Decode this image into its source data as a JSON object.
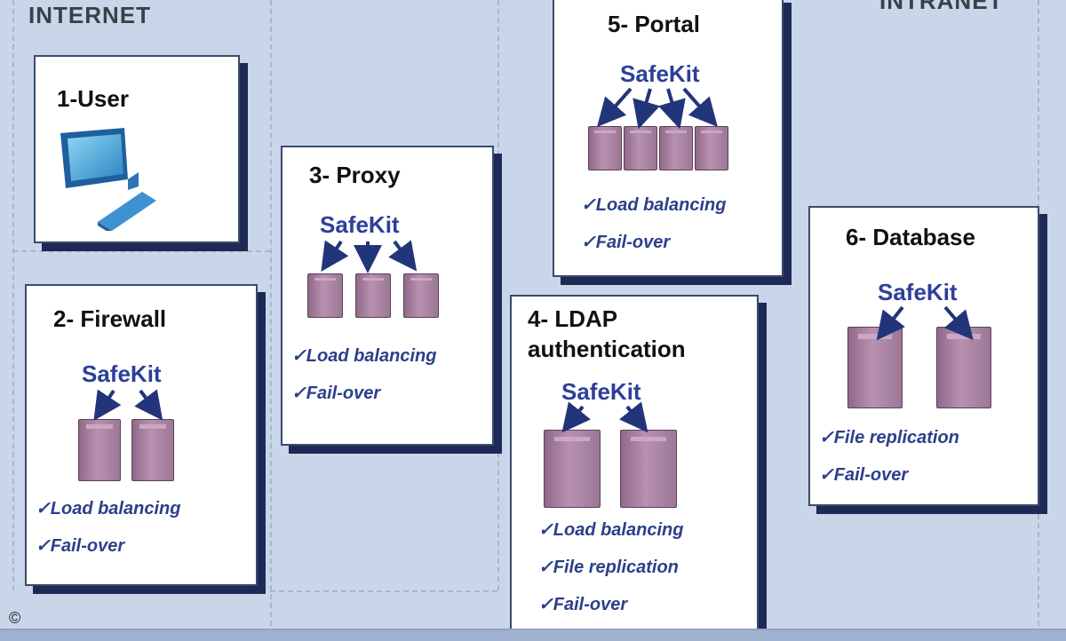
{
  "zones": {
    "internet_label": "INTERNET",
    "intranet_label": "INTRANET"
  },
  "copyright": "©",
  "nodes": [
    {
      "id": "user",
      "title": "1-User"
    },
    {
      "id": "firewall",
      "title": "2- Firewall",
      "safekit": "SafeKit",
      "features": [
        "✓Load balancing",
        "✓Fail-over"
      ]
    },
    {
      "id": "proxy",
      "title": "3- Proxy",
      "safekit": "SafeKit",
      "features": [
        "✓Load balancing",
        "✓Fail-over"
      ]
    },
    {
      "id": "ldap",
      "title": "4- LDAP authentication",
      "safekit": "SafeKit",
      "features": [
        "✓Load balancing",
        "✓File replication",
        "✓Fail-over"
      ]
    },
    {
      "id": "portal",
      "title": "5- Portal",
      "safekit": "SafeKit",
      "features": [
        "✓Load balancing",
        "✓Fail-over"
      ]
    },
    {
      "id": "database",
      "title": "6- Database",
      "safekit": "SafeKit",
      "features": [
        "✓File replication",
        "✓Fail-over"
      ]
    }
  ],
  "colors": {
    "background": "#c9d6ea",
    "card_border": "#1d2a55",
    "safekit_text": "#2c3f9a",
    "server": "#a07c9a"
  },
  "icons": [
    "computer-icon",
    "server-icon",
    "arrow-icon"
  ]
}
